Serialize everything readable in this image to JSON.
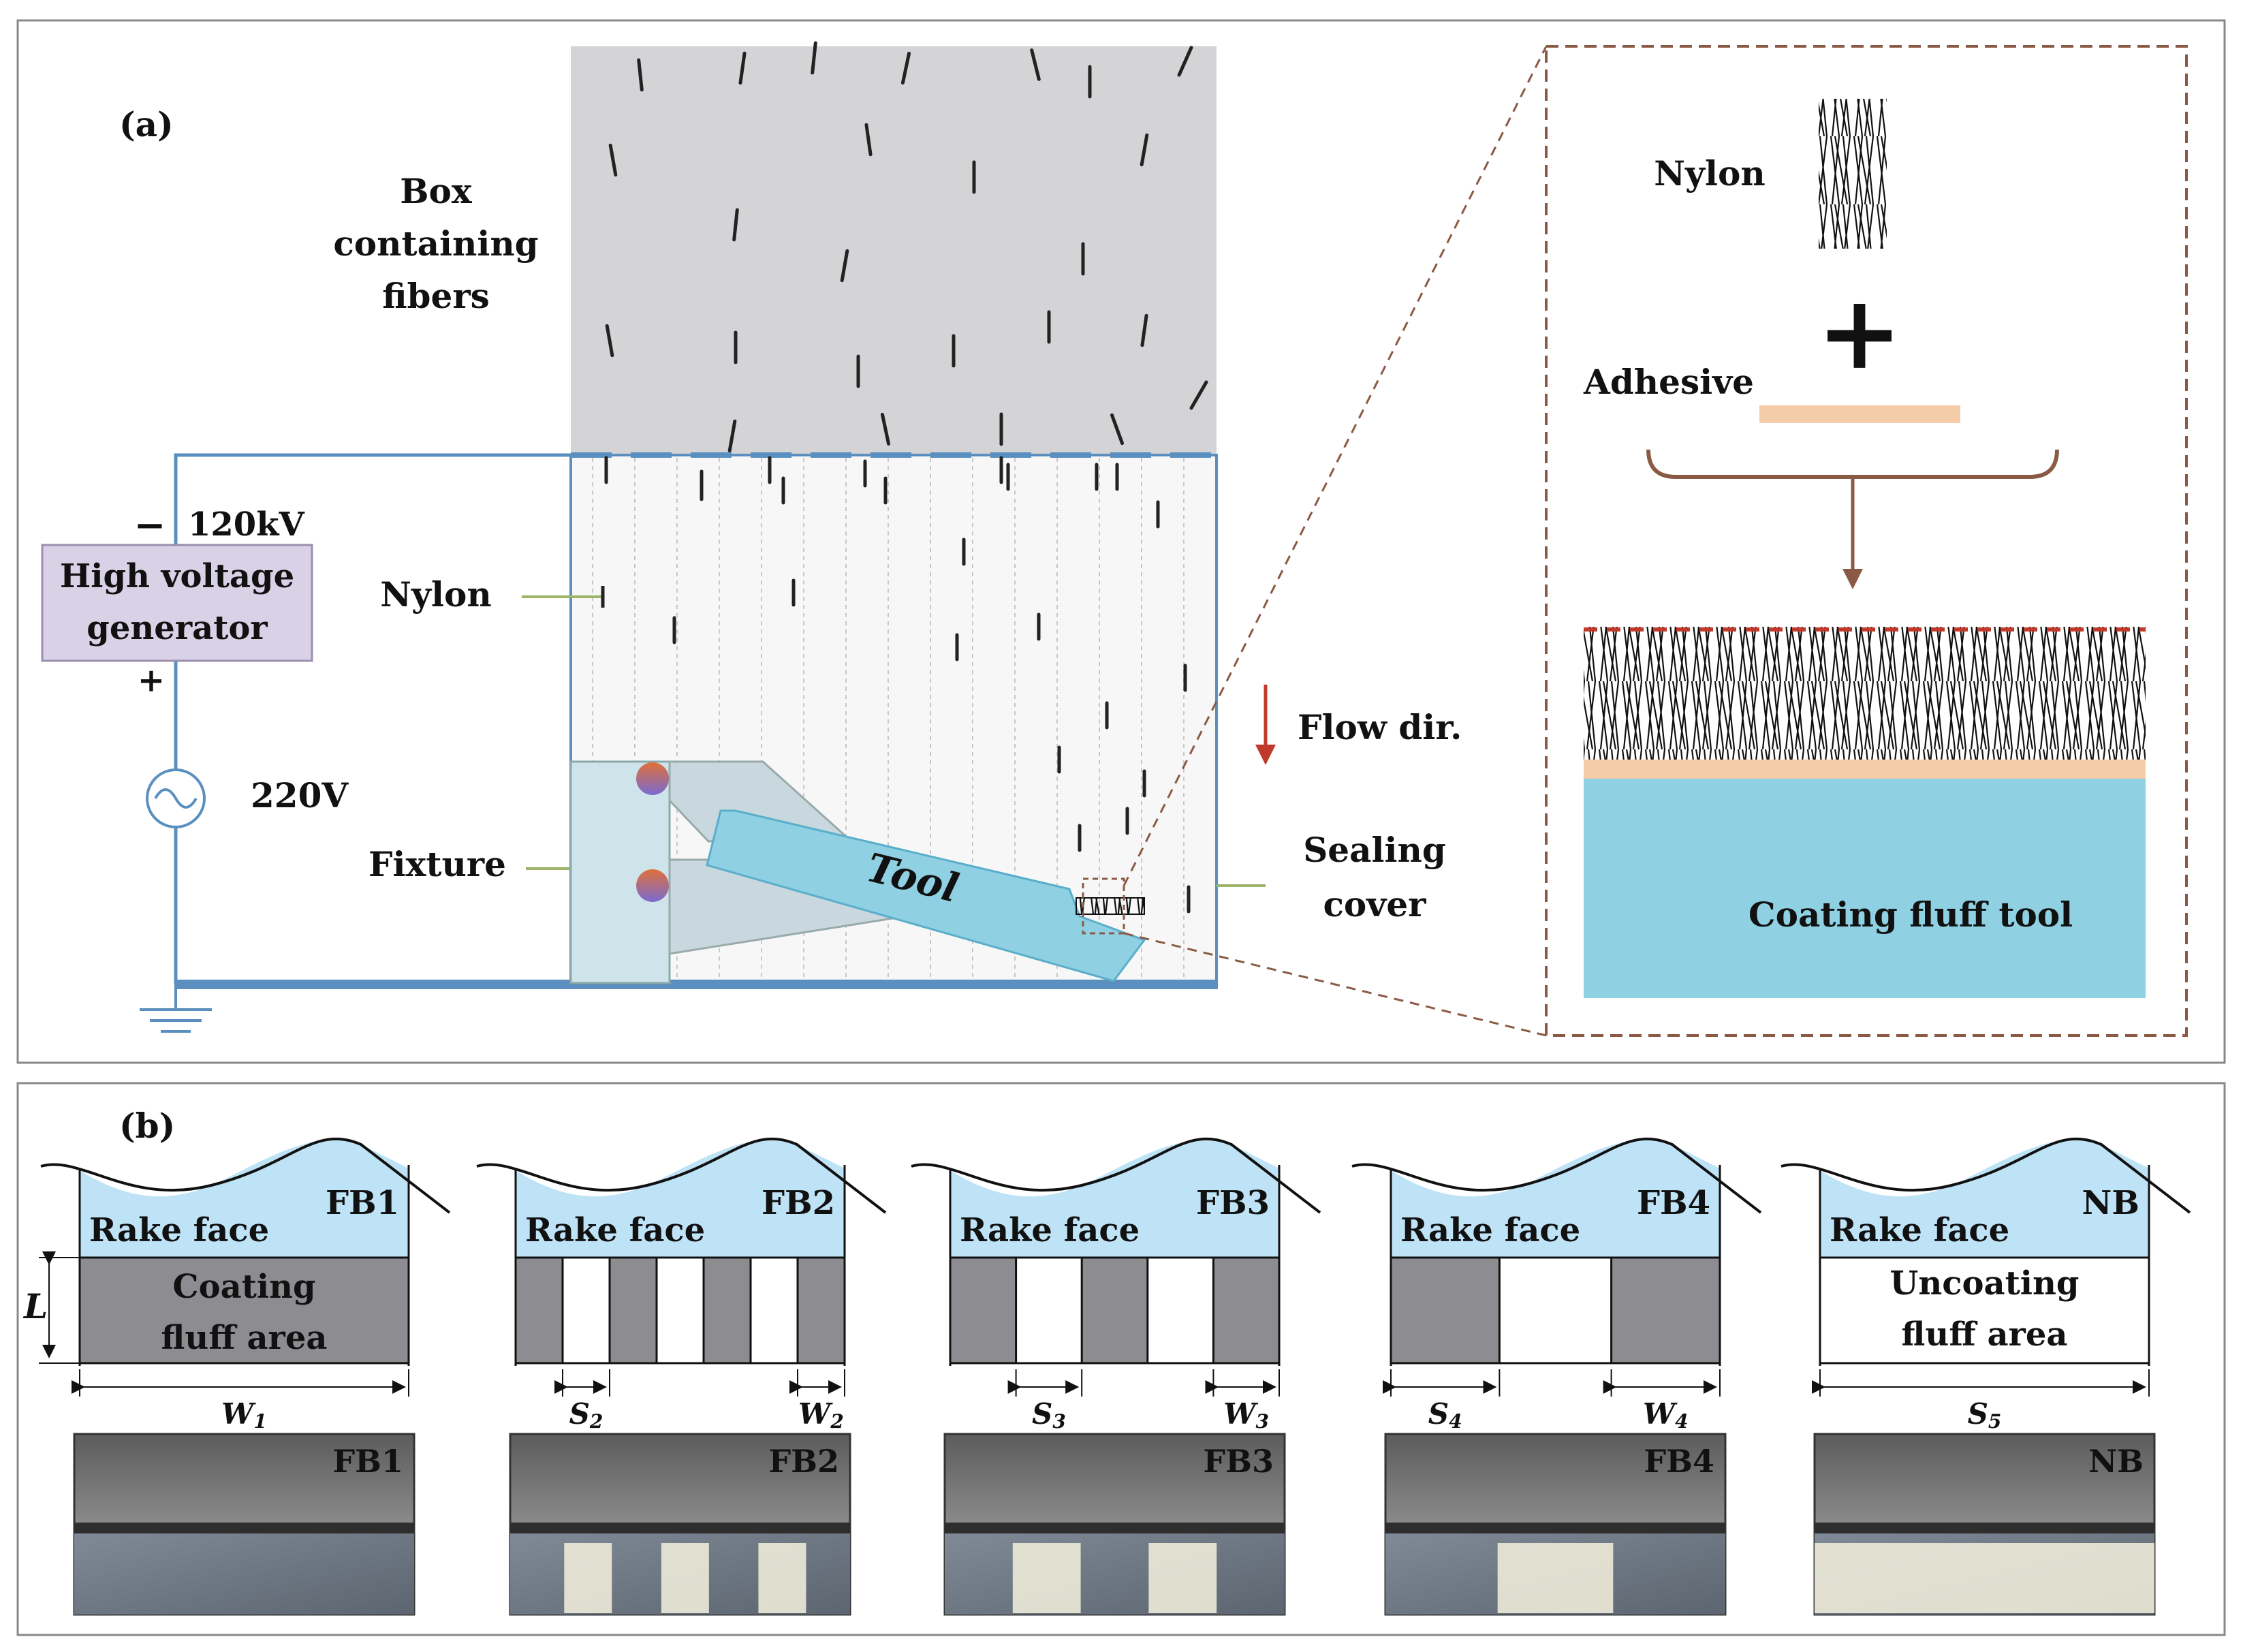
{
  "panel_a": {
    "label": "(a)",
    "box_label": [
      "Box",
      "containing",
      "fibers"
    ],
    "voltage_top": "120kV",
    "minus_sign": "−",
    "plus_sign": "+",
    "generator_label": [
      "High voltage",
      "generator"
    ],
    "ac_voltage": "220V",
    "nylon_label": "Nylon",
    "fixture_label": "Fixture",
    "tool_label": "Tool",
    "flow_label": "Flow dir.",
    "sealing_label": [
      "Sealing",
      "cover"
    ],
    "inset": {
      "nylon_label": "Nylon",
      "plus_sign": "+",
      "adhesive_label": "Adhesive",
      "result_label": "Coating fluff tool"
    }
  },
  "panel_b": {
    "label": "(b)",
    "rake_label": "Rake face",
    "coating_label": [
      "Coating",
      "fluff area"
    ],
    "uncoating_label": [
      "Uncoating",
      "fluff area"
    ],
    "height_label": "L",
    "blades": [
      {
        "name": "FB1",
        "dims": [
          {
            "sym": "W",
            "sub": "1"
          }
        ]
      },
      {
        "name": "FB2",
        "dims": [
          {
            "sym": "S",
            "sub": "2"
          },
          {
            "sym": "W",
            "sub": "2"
          }
        ]
      },
      {
        "name": "FB3",
        "dims": [
          {
            "sym": "S",
            "sub": "3"
          },
          {
            "sym": "W",
            "sub": "3"
          }
        ]
      },
      {
        "name": "FB4",
        "dims": [
          {
            "sym": "S",
            "sub": "4"
          },
          {
            "sym": "W",
            "sub": "4"
          }
        ]
      },
      {
        "name": "NB",
        "dims": [
          {
            "sym": "S",
            "sub": "5"
          }
        ]
      }
    ]
  },
  "colors": {
    "rake_face": "#bfe3f6",
    "coating": "#8d8d91",
    "tool": "#8fd0e2",
    "wire": "#5b8fbf",
    "generator": "#d9d2e6",
    "box": "#d4d4d6",
    "inset_border": "#8b5a45",
    "adhesive": "#f4cda8",
    "flow_arrow": "#c0392b"
  }
}
